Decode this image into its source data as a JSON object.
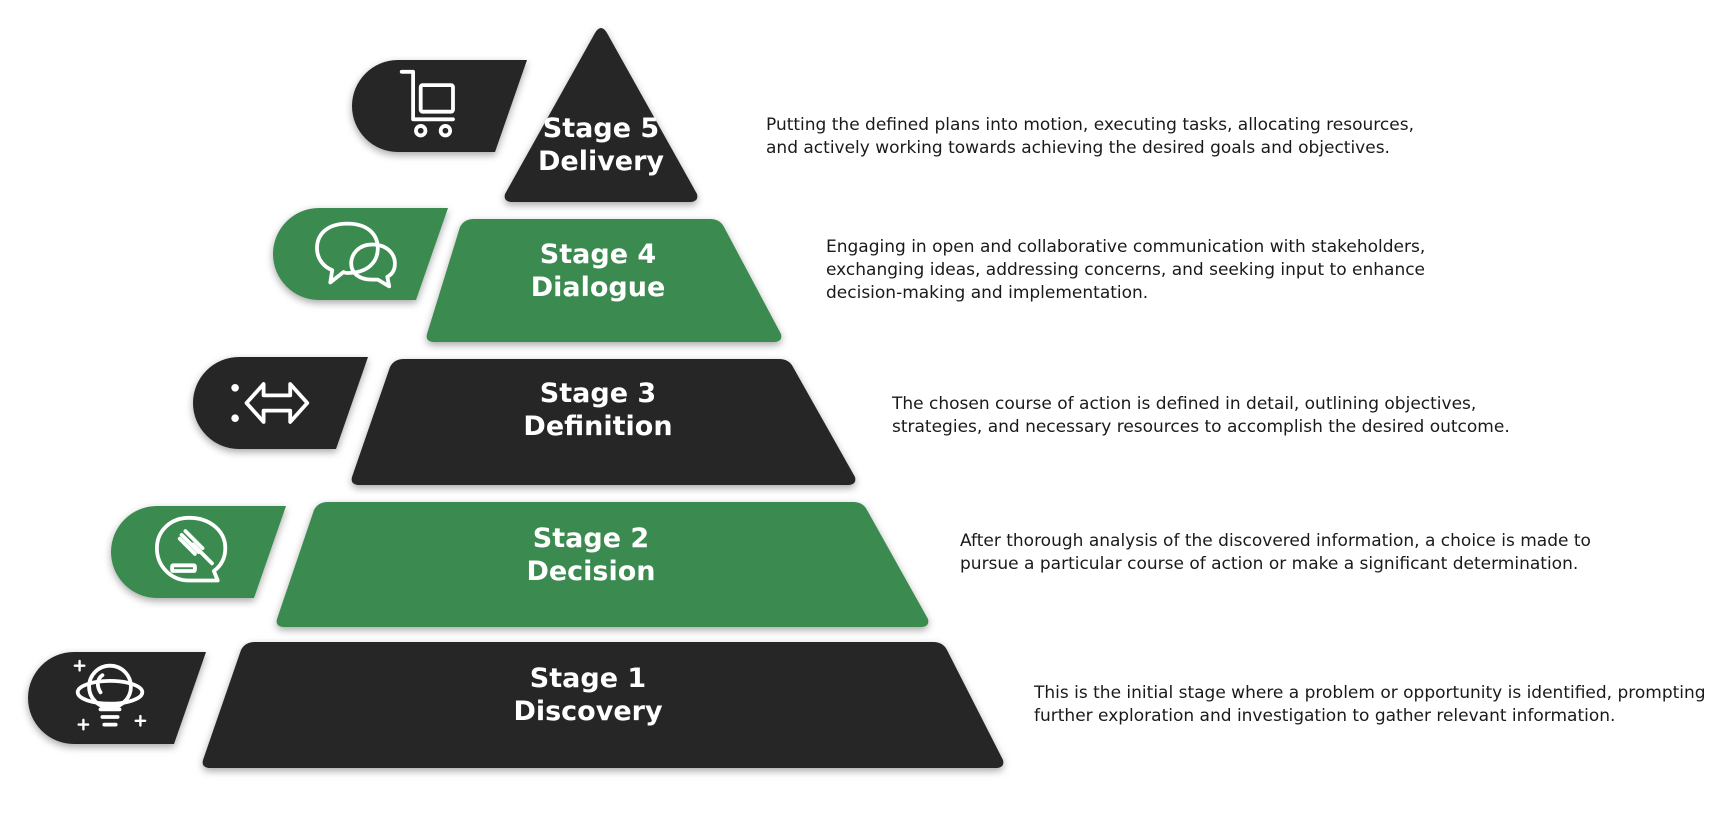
{
  "colors": {
    "dark": "#262626",
    "green": "#3a8a50",
    "icon_stroke": "#ffffff",
    "text": "#1a1a1a"
  },
  "stages": [
    {
      "id": "stage-5",
      "title": "Stage 5",
      "subtitle": "Delivery",
      "color": "dark",
      "icon": "shopping-cart-icon",
      "description_lines": [
        "Putting the defined plans into motion, executing tasks, allocating resources,",
        "and actively working towards achieving the desired goals and objectives."
      ]
    },
    {
      "id": "stage-4",
      "title": "Stage 4",
      "subtitle": "Dialogue",
      "color": "green",
      "icon": "chat-bubbles-icon",
      "description_lines": [
        "Engaging in open and collaborative communication with stakeholders,",
        "exchanging ideas, addressing concerns, and seeking input to enhance",
        "decision-making and implementation."
      ]
    },
    {
      "id": "stage-3",
      "title": "Stage 3",
      "subtitle": "Definition",
      "color": "dark",
      "icon": "double-arrow-icon",
      "description_lines": [
        "The chosen course of action is defined in detail, outlining objectives,",
        "strategies, and necessary resources to accomplish the desired outcome."
      ]
    },
    {
      "id": "stage-2",
      "title": "Stage 2",
      "subtitle": "Decision",
      "color": "green",
      "icon": "gavel-icon",
      "description_lines": [
        "After thorough analysis of the discovered information, a choice is made to",
        "pursue a particular course of action or make a significant determination."
      ]
    },
    {
      "id": "stage-1",
      "title": "Stage 1",
      "subtitle": "Discovery",
      "color": "dark",
      "icon": "lightbulb-icon",
      "description_lines": [
        "This is the initial stage where a problem or opportunity is identified, prompting",
        "further exploration and investigation to gather relevant information."
      ]
    }
  ]
}
